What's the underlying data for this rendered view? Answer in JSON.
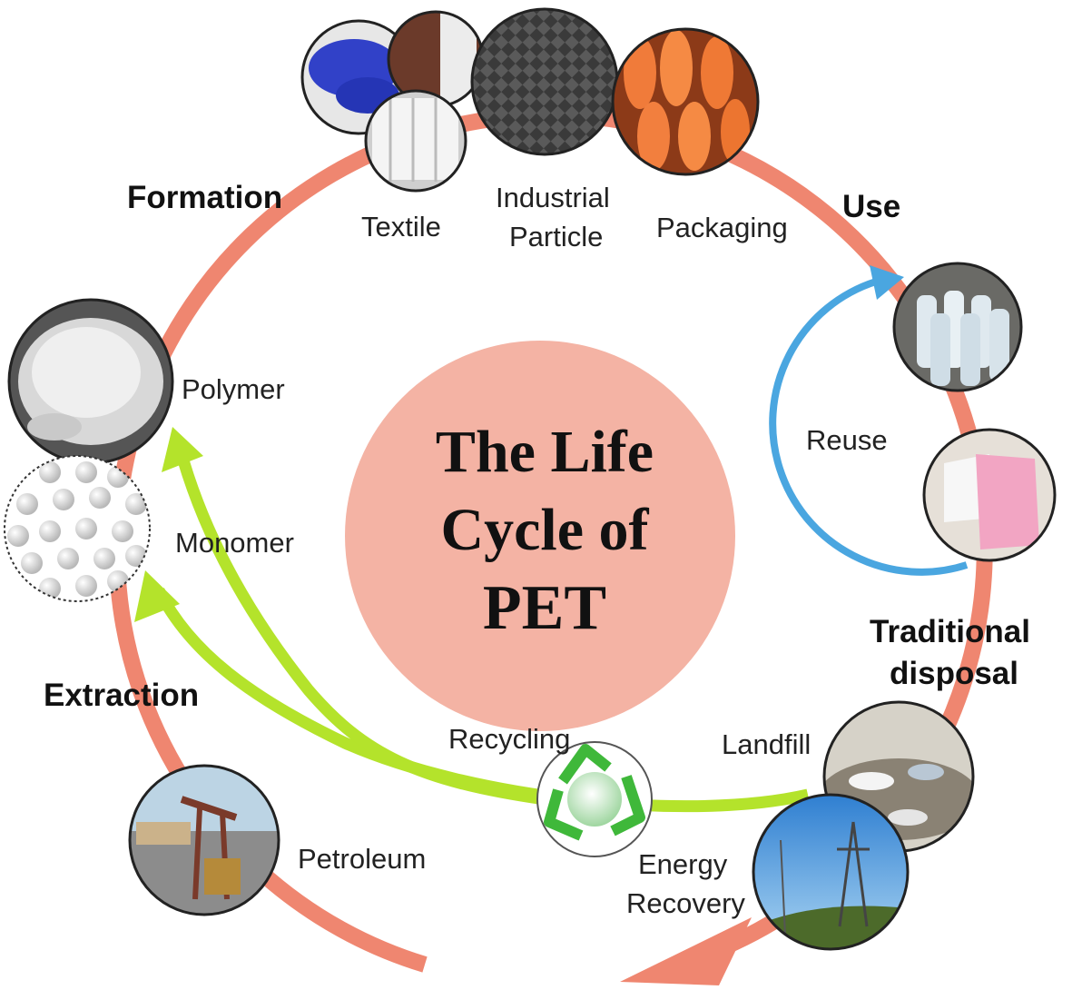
{
  "title_lines": [
    "The Life",
    "Cycle of",
    "PET"
  ],
  "stages": {
    "formation": "Formation",
    "use": "Use",
    "traditional_line1": "Traditional",
    "traditional_line2": "disposal",
    "extraction": "Extraction"
  },
  "labels": {
    "textile": "Textile",
    "industrial_line1": "Industrial",
    "industrial_line2": "Particle",
    "packaging": "Packaging",
    "polymer": "Polymer",
    "monomer": "Monomer",
    "reuse": "Reuse",
    "recycling": "Recycling",
    "landfill": "Landfill",
    "energy_line1": "Energy",
    "energy_line2": "Recovery",
    "petroleum": "Petroleum"
  },
  "colors": {
    "cycle_arrow": "#ef8670",
    "center_circle": "#f4b3a4",
    "reuse_arrow": "#4aa6e0",
    "recycle_arrow": "#b4e32b",
    "recycle_symbol": "#3fb83a"
  }
}
